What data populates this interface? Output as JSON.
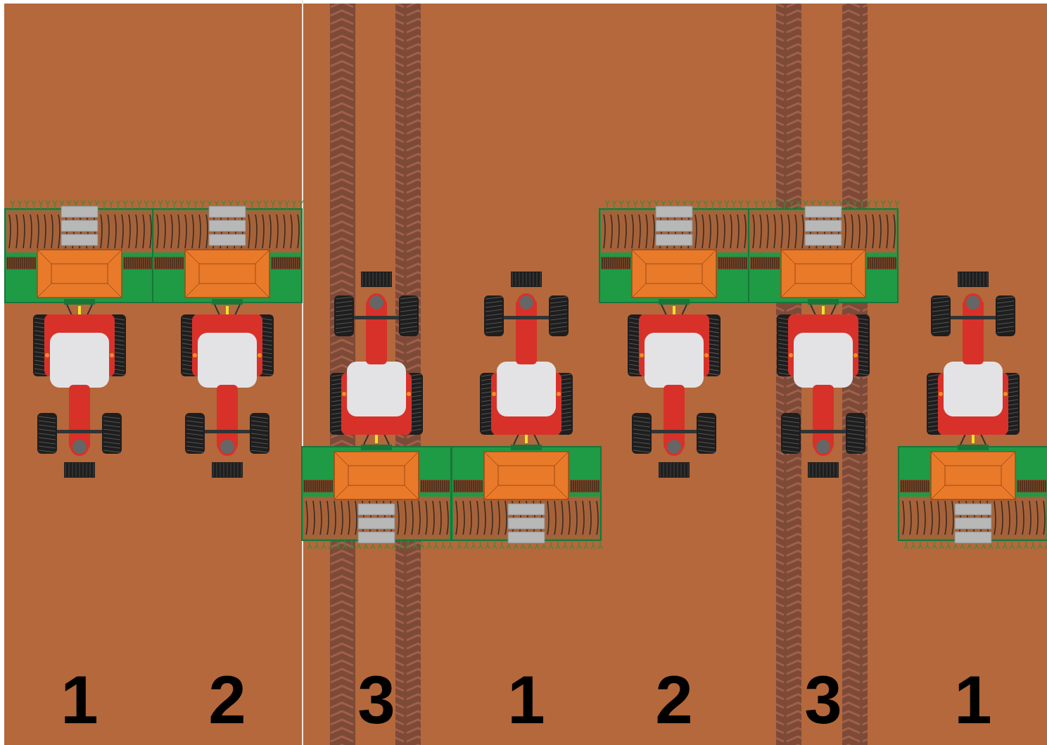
{
  "diagram": {
    "labels": [
      "1",
      "2",
      "3",
      "1",
      "2",
      "3",
      "1"
    ]
  }
}
